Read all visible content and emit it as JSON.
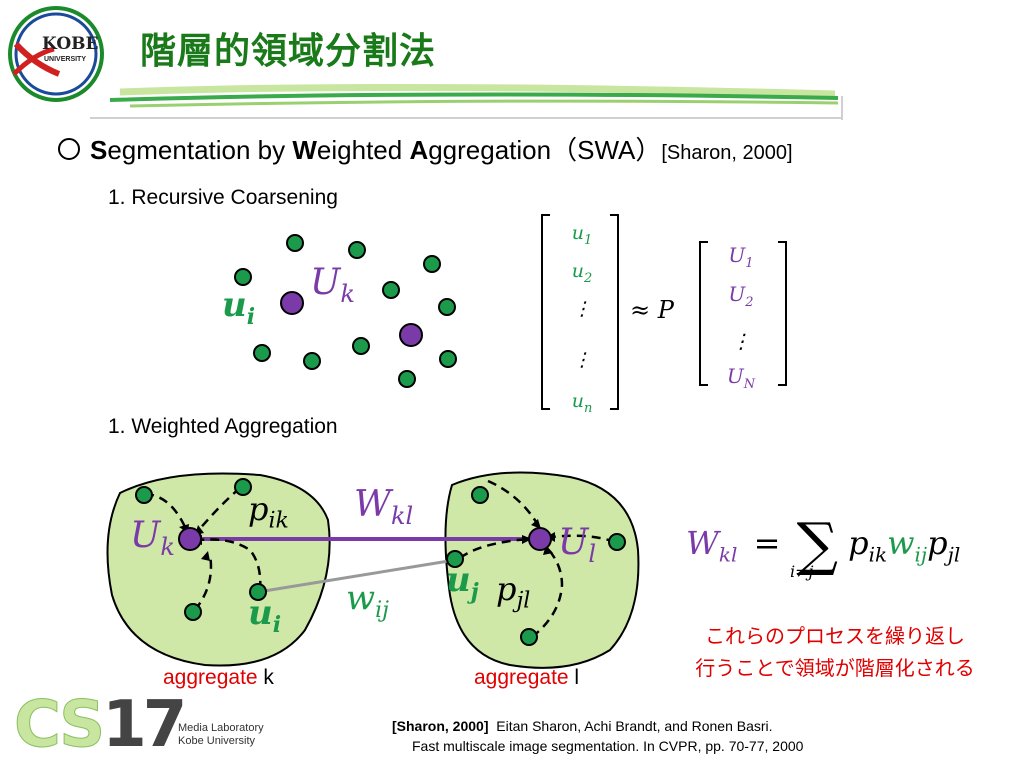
{
  "logo": {
    "university": "KOBE",
    "university_sub": "UNIVERSITY",
    "cs_text": "CS",
    "cs_number": "17",
    "lab_line1": "Media Laboratory",
    "lab_line2": "Kobe University"
  },
  "title": "階層的領域分割法",
  "bullet": {
    "s1": "S",
    "r1": "egmentation by ",
    "s2": "W",
    "r2": "eighted ",
    "s3": "A",
    "r3": "ggregation（SWA）",
    "cite": "[Sharon, 2000]"
  },
  "steps": {
    "step1": "1. Recursive Coarsening",
    "step2": "1. Weighted Aggregation"
  },
  "math": {
    "u_i": "u",
    "u_sub": "i",
    "U_k": "U",
    "k_sub": "k",
    "approx_P": "≈ P",
    "vec_u": [
      "u",
      "u",
      "⋮",
      "⋮",
      "u"
    ],
    "vec_u_sub": [
      "1",
      "2",
      "",
      "",
      "n"
    ],
    "vec_U": [
      "U",
      "U",
      "⋮",
      "U"
    ],
    "vec_U_sub": [
      "1",
      "2",
      "",
      "N"
    ],
    "W_kl": "W",
    "kl_sub": "kl",
    "p_ik": "p",
    "ik_sub": "ik",
    "p_jl": "p",
    "jl_sub": "jl",
    "w_ij": "w",
    "ij_sub": "ij",
    "u_j": "u",
    "j_sub": "j",
    "U_l": "U",
    "l_sub": "l",
    "formula_eq": "=",
    "formula_sum": "∑",
    "formula_sum_sub": "i≠j"
  },
  "labels": {
    "aggregate_word": "aggregate",
    "k": " k",
    "l": " l"
  },
  "note": {
    "line1": "これらのプロセスを繰り返し",
    "line2": "行うことで領域が階層化される"
  },
  "reference": {
    "cite": "[Sharon, 2000]",
    "authors": "Eitan Sharon, Achi Brandt, and Ronen Basri.",
    "line2": "Fast multiscale image segmentation. In CVPR, pp. 70-77, 2000"
  },
  "colors": {
    "green": "#1a9a4a",
    "purple": "#7a3aa8",
    "red": "#e00000",
    "region": "#cfe8a8",
    "title_green": "#1a7a1a"
  }
}
